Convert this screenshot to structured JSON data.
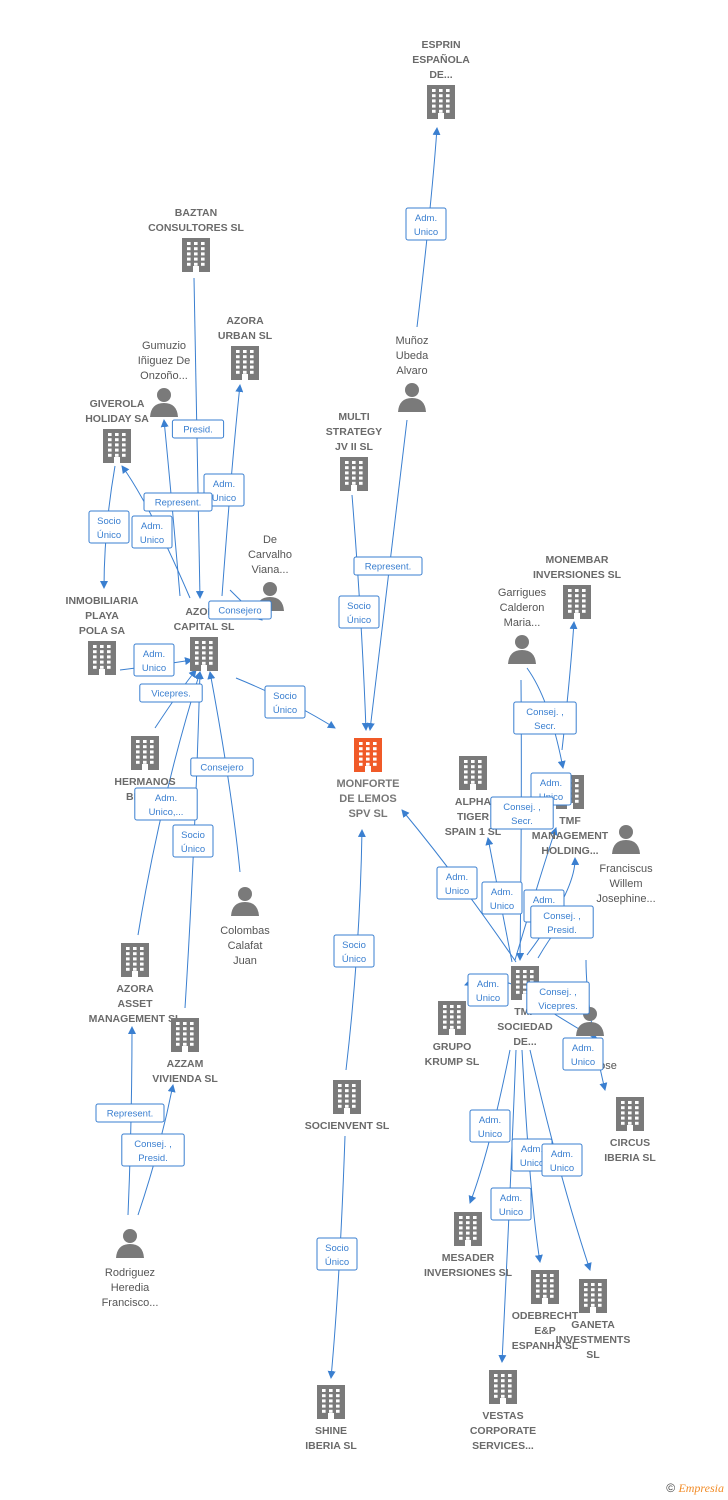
{
  "footer": {
    "copyright": "©",
    "brand": "Empresia"
  },
  "colors": {
    "edge": "#3a7fd0",
    "building": "#7a7a7a",
    "center": "#f05a28",
    "person": "#7a7a7a"
  },
  "nodes": [
    {
      "id": "center",
      "kind": "company",
      "center": true,
      "lines": [
        "MONFORTE",
        "DE LEMOS",
        "SPV  SL"
      ]
    },
    {
      "id": "esprin",
      "kind": "company",
      "lines": [
        "ESPRIN",
        "ESPAÑOLA",
        "DE..."
      ]
    },
    {
      "id": "baztan",
      "kind": "company",
      "lines": [
        "BAZTAN",
        "CONSULTORES SL"
      ]
    },
    {
      "id": "azora_urban",
      "kind": "company",
      "lines": [
        "AZORA",
        "URBAN  SL"
      ]
    },
    {
      "id": "gumuzio",
      "kind": "person",
      "lines": [
        "Gumuzio",
        "Iñiguez De",
        "Onzoño..."
      ]
    },
    {
      "id": "giverola",
      "kind": "company",
      "lines": [
        "GIVEROLA",
        "HOLIDAY SA"
      ]
    },
    {
      "id": "munoz",
      "kind": "person",
      "lines": [
        "Muñoz",
        "Ubeda",
        "Alvaro"
      ]
    },
    {
      "id": "multi",
      "kind": "company",
      "lines": [
        "MULTI",
        "STRATEGY",
        "JV II  SL"
      ]
    },
    {
      "id": "decarvalho",
      "kind": "person",
      "lines": [
        "De",
        "Carvalho",
        "Viana..."
      ]
    },
    {
      "id": "inmobiliaria",
      "kind": "company",
      "lines": [
        "INMOBILIARIA",
        "PLAYA",
        "POLA SA"
      ]
    },
    {
      "id": "azora_capital",
      "kind": "company",
      "lines": [
        "AZORA",
        "CAPITAL  SL"
      ]
    },
    {
      "id": "monembar",
      "kind": "company",
      "lines": [
        "MONEMBAR",
        "INVERSIONES SL"
      ]
    },
    {
      "id": "garrigues",
      "kind": "person",
      "lines": [
        "Garrigues",
        "Calderon",
        "Maria..."
      ]
    },
    {
      "id": "hermanos",
      "kind": "company",
      "lines": [
        "HERMANOS",
        "BECE...",
        "10..."
      ]
    },
    {
      "id": "alpha",
      "kind": "company",
      "lines": [
        "ALPHA",
        "TIGER",
        "SPAIN 1  SL"
      ]
    },
    {
      "id": "tmf_mgmt",
      "kind": "company",
      "lines": [
        "TMF",
        "MANAGEMENT",
        "HOLDING..."
      ]
    },
    {
      "id": "franciscus",
      "kind": "person",
      "lines": [
        "Franciscus",
        "Willem",
        "Josephine..."
      ]
    },
    {
      "id": "colombas",
      "kind": "person",
      "lines": [
        "Colombas",
        "Calafat",
        "Juan"
      ]
    },
    {
      "id": "azora_asset",
      "kind": "company",
      "lines": [
        "AZORA",
        "ASSET",
        "MANAGEMENT SL"
      ]
    },
    {
      "id": "azzam",
      "kind": "company",
      "lines": [
        "AZZAM",
        "VIVIENDA  SL"
      ]
    },
    {
      "id": "tmf_soc",
      "kind": "company",
      "lines": [
        "TMF",
        "SOCIEDAD",
        "DE..."
      ]
    },
    {
      "id": "grupo_krump",
      "kind": "company",
      "lines": [
        "GRUPO",
        "KRUMP  SL"
      ]
    },
    {
      "id": "maria_jose",
      "kind": "person",
      "lines": [
        "...a",
        "Maria Jose"
      ]
    },
    {
      "id": "circus",
      "kind": "company",
      "lines": [
        "CIRCUS",
        "IBERIA  SL"
      ]
    },
    {
      "id": "socienvent",
      "kind": "company",
      "lines": [
        "SOCIENVENT SL"
      ]
    },
    {
      "id": "rodriguez",
      "kind": "person",
      "lines": [
        "Rodriguez",
        "Heredia",
        "Francisco..."
      ]
    },
    {
      "id": "mesader",
      "kind": "company",
      "lines": [
        "MESADER",
        "INVERSIONES SL"
      ]
    },
    {
      "id": "odebrecht",
      "kind": "company",
      "lines": [
        "ODEBRECHT",
        "E&P",
        "ESPANHA  SL"
      ]
    },
    {
      "id": "ganeta",
      "kind": "company",
      "lines": [
        "GANETA",
        "INVESTMENTS",
        "SL"
      ]
    },
    {
      "id": "shine",
      "kind": "company",
      "lines": [
        "SHINE",
        "IBERIA  SL"
      ]
    },
    {
      "id": "vestas",
      "kind": "company",
      "lines": [
        "VESTAS",
        "CORPORATE",
        "SERVICES..."
      ]
    }
  ],
  "badges": [
    {
      "id": "b1",
      "lines": [
        "Adm.",
        "Unico"
      ]
    },
    {
      "id": "b2",
      "lines": [
        "Presid."
      ]
    },
    {
      "id": "b3",
      "lines": [
        "Adm.",
        "Unico"
      ]
    },
    {
      "id": "b4",
      "lines": [
        "Represent."
      ]
    },
    {
      "id": "b5",
      "lines": [
        "Socio",
        "Único"
      ]
    },
    {
      "id": "b6",
      "lines": [
        "Adm.",
        "Unico"
      ]
    },
    {
      "id": "b7",
      "lines": [
        "Consejero"
      ]
    },
    {
      "id": "b8",
      "lines": [
        "Represent."
      ]
    },
    {
      "id": "b9",
      "lines": [
        "Socio",
        "Único"
      ]
    },
    {
      "id": "b10",
      "lines": [
        "Adm.",
        "Unico"
      ]
    },
    {
      "id": "b11",
      "lines": [
        "Vicepres."
      ]
    },
    {
      "id": "b12",
      "lines": [
        "Socio",
        "Único"
      ]
    },
    {
      "id": "b13",
      "lines": [
        "Consejero"
      ]
    },
    {
      "id": "b14",
      "lines": [
        "Adm.",
        "Unico,..."
      ]
    },
    {
      "id": "b15",
      "lines": [
        "Socio",
        "Único"
      ]
    },
    {
      "id": "b16",
      "lines": [
        "Consej. ,",
        "Secr."
      ]
    },
    {
      "id": "b17",
      "lines": [
        "Adm.",
        "Unico"
      ]
    },
    {
      "id": "b18",
      "lines": [
        "Consej. ,",
        "Secr."
      ]
    },
    {
      "id": "b19",
      "lines": [
        "Adm.",
        "Unico"
      ]
    },
    {
      "id": "b20",
      "lines": [
        "Adm.",
        "Unico"
      ]
    },
    {
      "id": "b21",
      "lines": [
        "Adm.",
        "Unico"
      ]
    },
    {
      "id": "b22",
      "lines": [
        "Consej. ,",
        "Presid."
      ]
    },
    {
      "id": "b23",
      "lines": [
        "Socio",
        "Único"
      ]
    },
    {
      "id": "b24",
      "lines": [
        "Adm.",
        "Unico"
      ]
    },
    {
      "id": "b25",
      "lines": [
        "Consej. ,",
        "Vicepres."
      ]
    },
    {
      "id": "b26",
      "lines": [
        "Adm.",
        "Unico"
      ]
    },
    {
      "id": "b27",
      "lines": [
        "Represent."
      ]
    },
    {
      "id": "b28",
      "lines": [
        "Consej. ,",
        "Presid."
      ]
    },
    {
      "id": "b29",
      "lines": [
        "Adm.",
        "Unico"
      ]
    },
    {
      "id": "b30",
      "lines": [
        "Adm.",
        "Unico"
      ]
    },
    {
      "id": "b31",
      "lines": [
        "Adm.",
        "Unico"
      ]
    },
    {
      "id": "b32",
      "lines": [
        "Adm.",
        "Unico"
      ]
    },
    {
      "id": "b33",
      "lines": [
        "Socio",
        "Único"
      ]
    }
  ]
}
